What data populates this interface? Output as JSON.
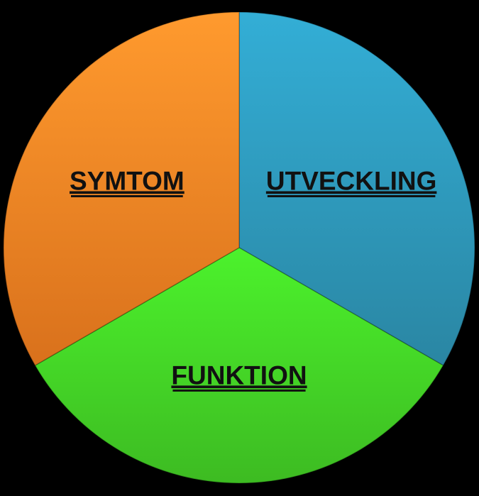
{
  "chart_data": {
    "type": "pie",
    "title": "",
    "slices": [
      {
        "label": "UTVECKLING",
        "value": 33.33,
        "color": "#33aed6",
        "color_dark": "#2a86a3"
      },
      {
        "label": "FUNKTION",
        "value": 33.33,
        "color": "#4cf22c",
        "color_dark": "#3dbb22"
      },
      {
        "label": "SYMTOM",
        "value": 33.33,
        "color": "#ff9a2e",
        "color_dark": "#d9711c"
      }
    ],
    "start_angle_deg": 0,
    "direction": "clockwise",
    "legend": "none",
    "labels_underlined": true
  }
}
